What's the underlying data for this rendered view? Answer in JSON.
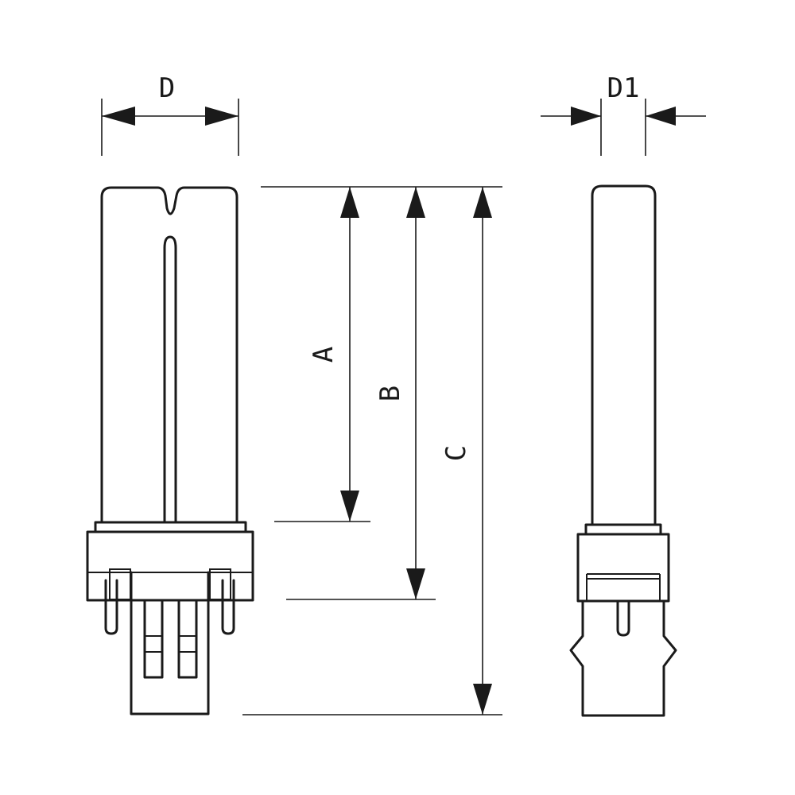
{
  "labels": {
    "D": "D",
    "D1": "D1",
    "A": "A",
    "B": "B",
    "C": "C"
  },
  "colors": {
    "line": "#1a1a1a",
    "background": "#ffffff"
  }
}
